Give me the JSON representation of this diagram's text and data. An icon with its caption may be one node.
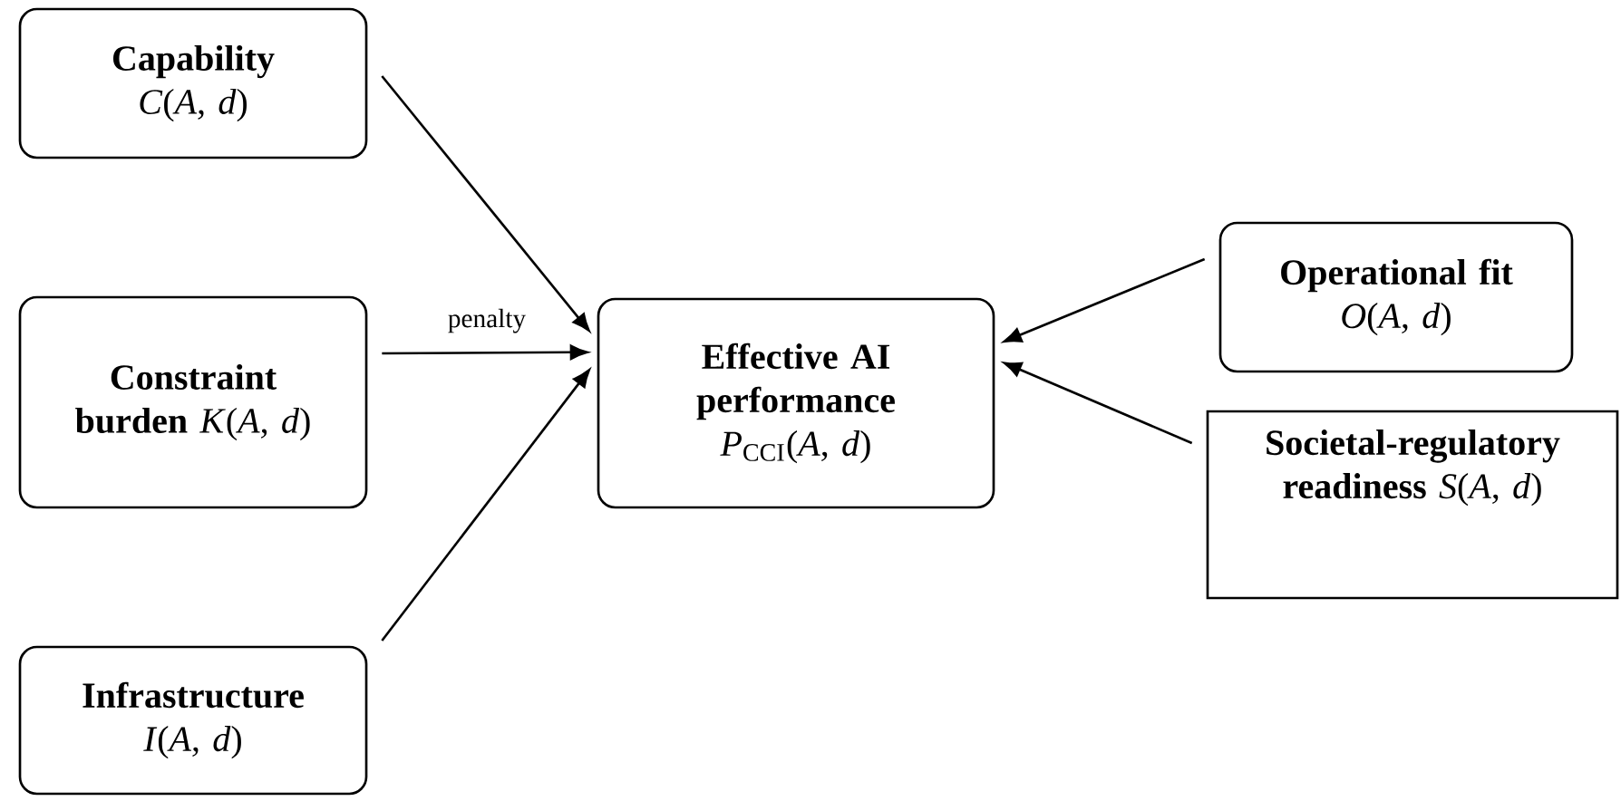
{
  "diagram": {
    "nodes": [
      {
        "text": [
          "**Capability**",
          "*C*(*A*, *d*)"
        ]
      },
      {
        "text": [
          "**Constraint burden** *K*(*A*, *d*)"
        ]
      },
      {
        "text": [
          "**Infrastructure**",
          "*I*(*A*, *d*)"
        ]
      },
      {
        "text": [
          "**Effective AI performance**",
          "*P*$_{CCI}$(*A*, *d*)"
        ]
      },
      {
        "text": [
          "**Operational fit**",
          "*O*(*A*, *d*)"
        ]
      },
      {
        "text": [
          "**Societal-regulatory readiness** *S*(*A*, *d*)"
        ]
      }
    ],
    "edges": [
      {
        "from": 0,
        "to": 3,
        "arrow": "to"
      },
      {
        "from": 1,
        "to": 3,
        "arrow": "to",
        "label": "penalty"
      },
      {
        "from": 2,
        "to": 3,
        "arrow": "to"
      },
      {
        "from": 4,
        "to": 3,
        "arrow": "to"
      },
      {
        "from": 5,
        "to": 3,
        "arrow": "to"
      }
    ]
  }
}
